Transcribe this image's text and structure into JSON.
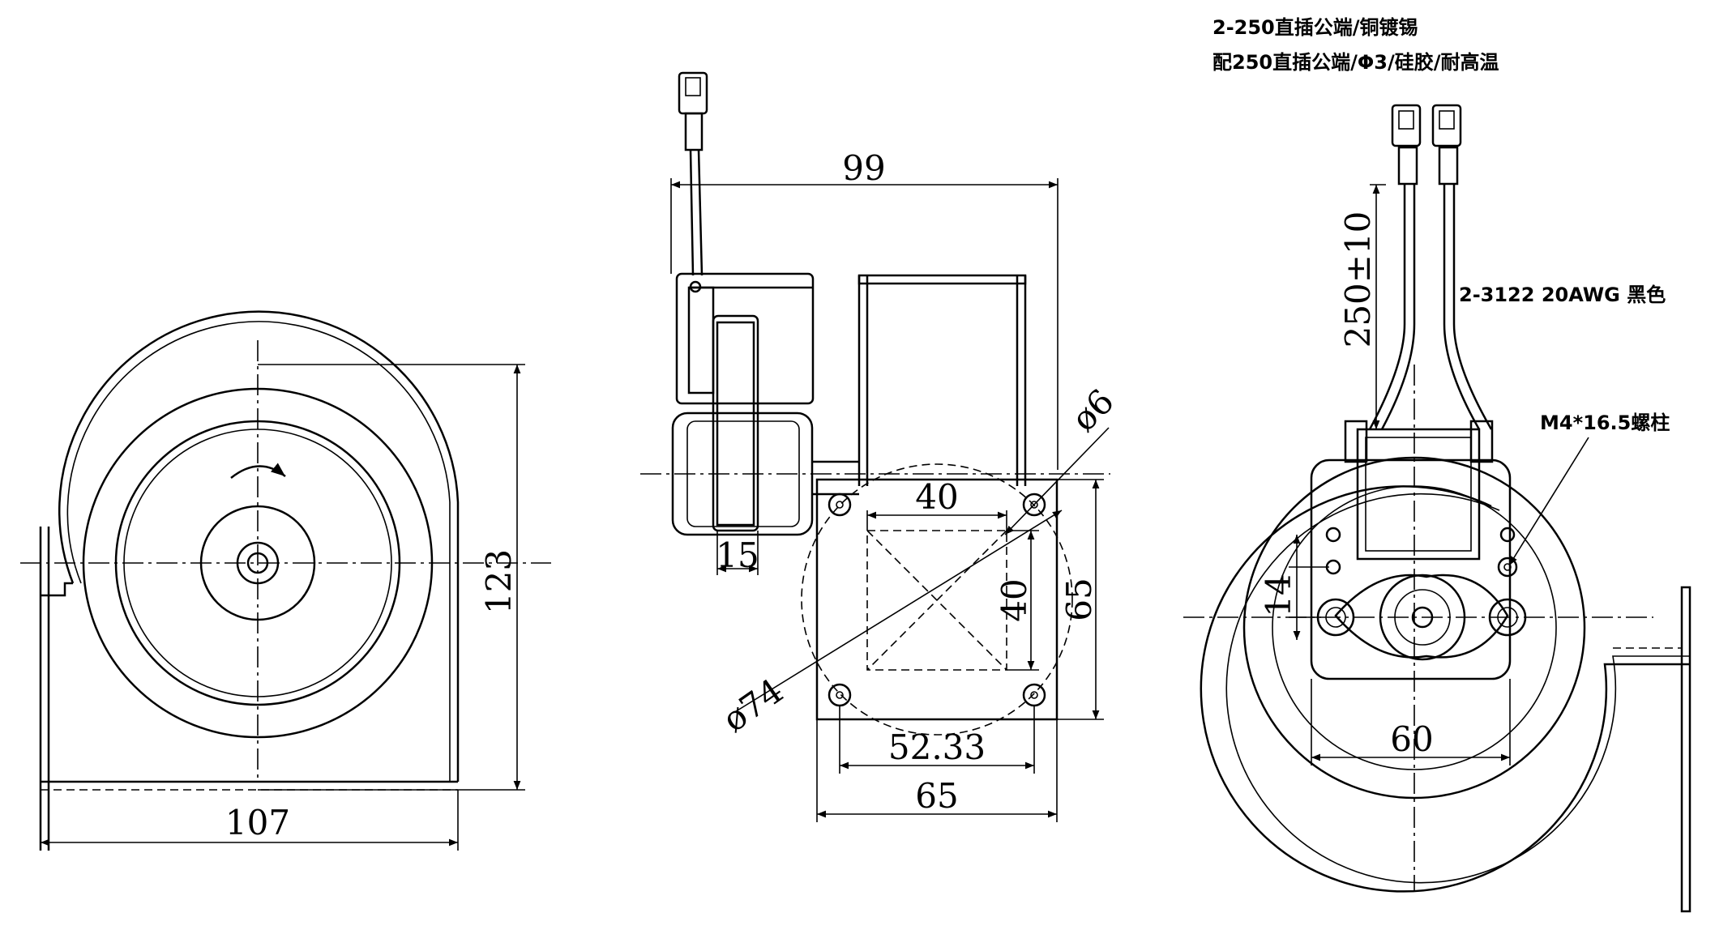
{
  "notes": {
    "terminal_line1": "2-250直插公端/铜镀锡",
    "terminal_line2": "配250直插公端/Φ3/硅胶/耐高温",
    "wire": "2-3122 20AWG 黑色",
    "screw": "M4*16.5螺柱"
  },
  "dims": {
    "left_width": "107",
    "left_height": "123",
    "mid_width": "99",
    "mid_15": "15",
    "hole": "ø6",
    "sq_top": "40",
    "sq_right": "40",
    "plate_h": "65",
    "circle": "ø74",
    "hole_span": "52.33",
    "plate_w": "65",
    "lead": "250±10",
    "right_14": "14",
    "right_60": "60"
  }
}
